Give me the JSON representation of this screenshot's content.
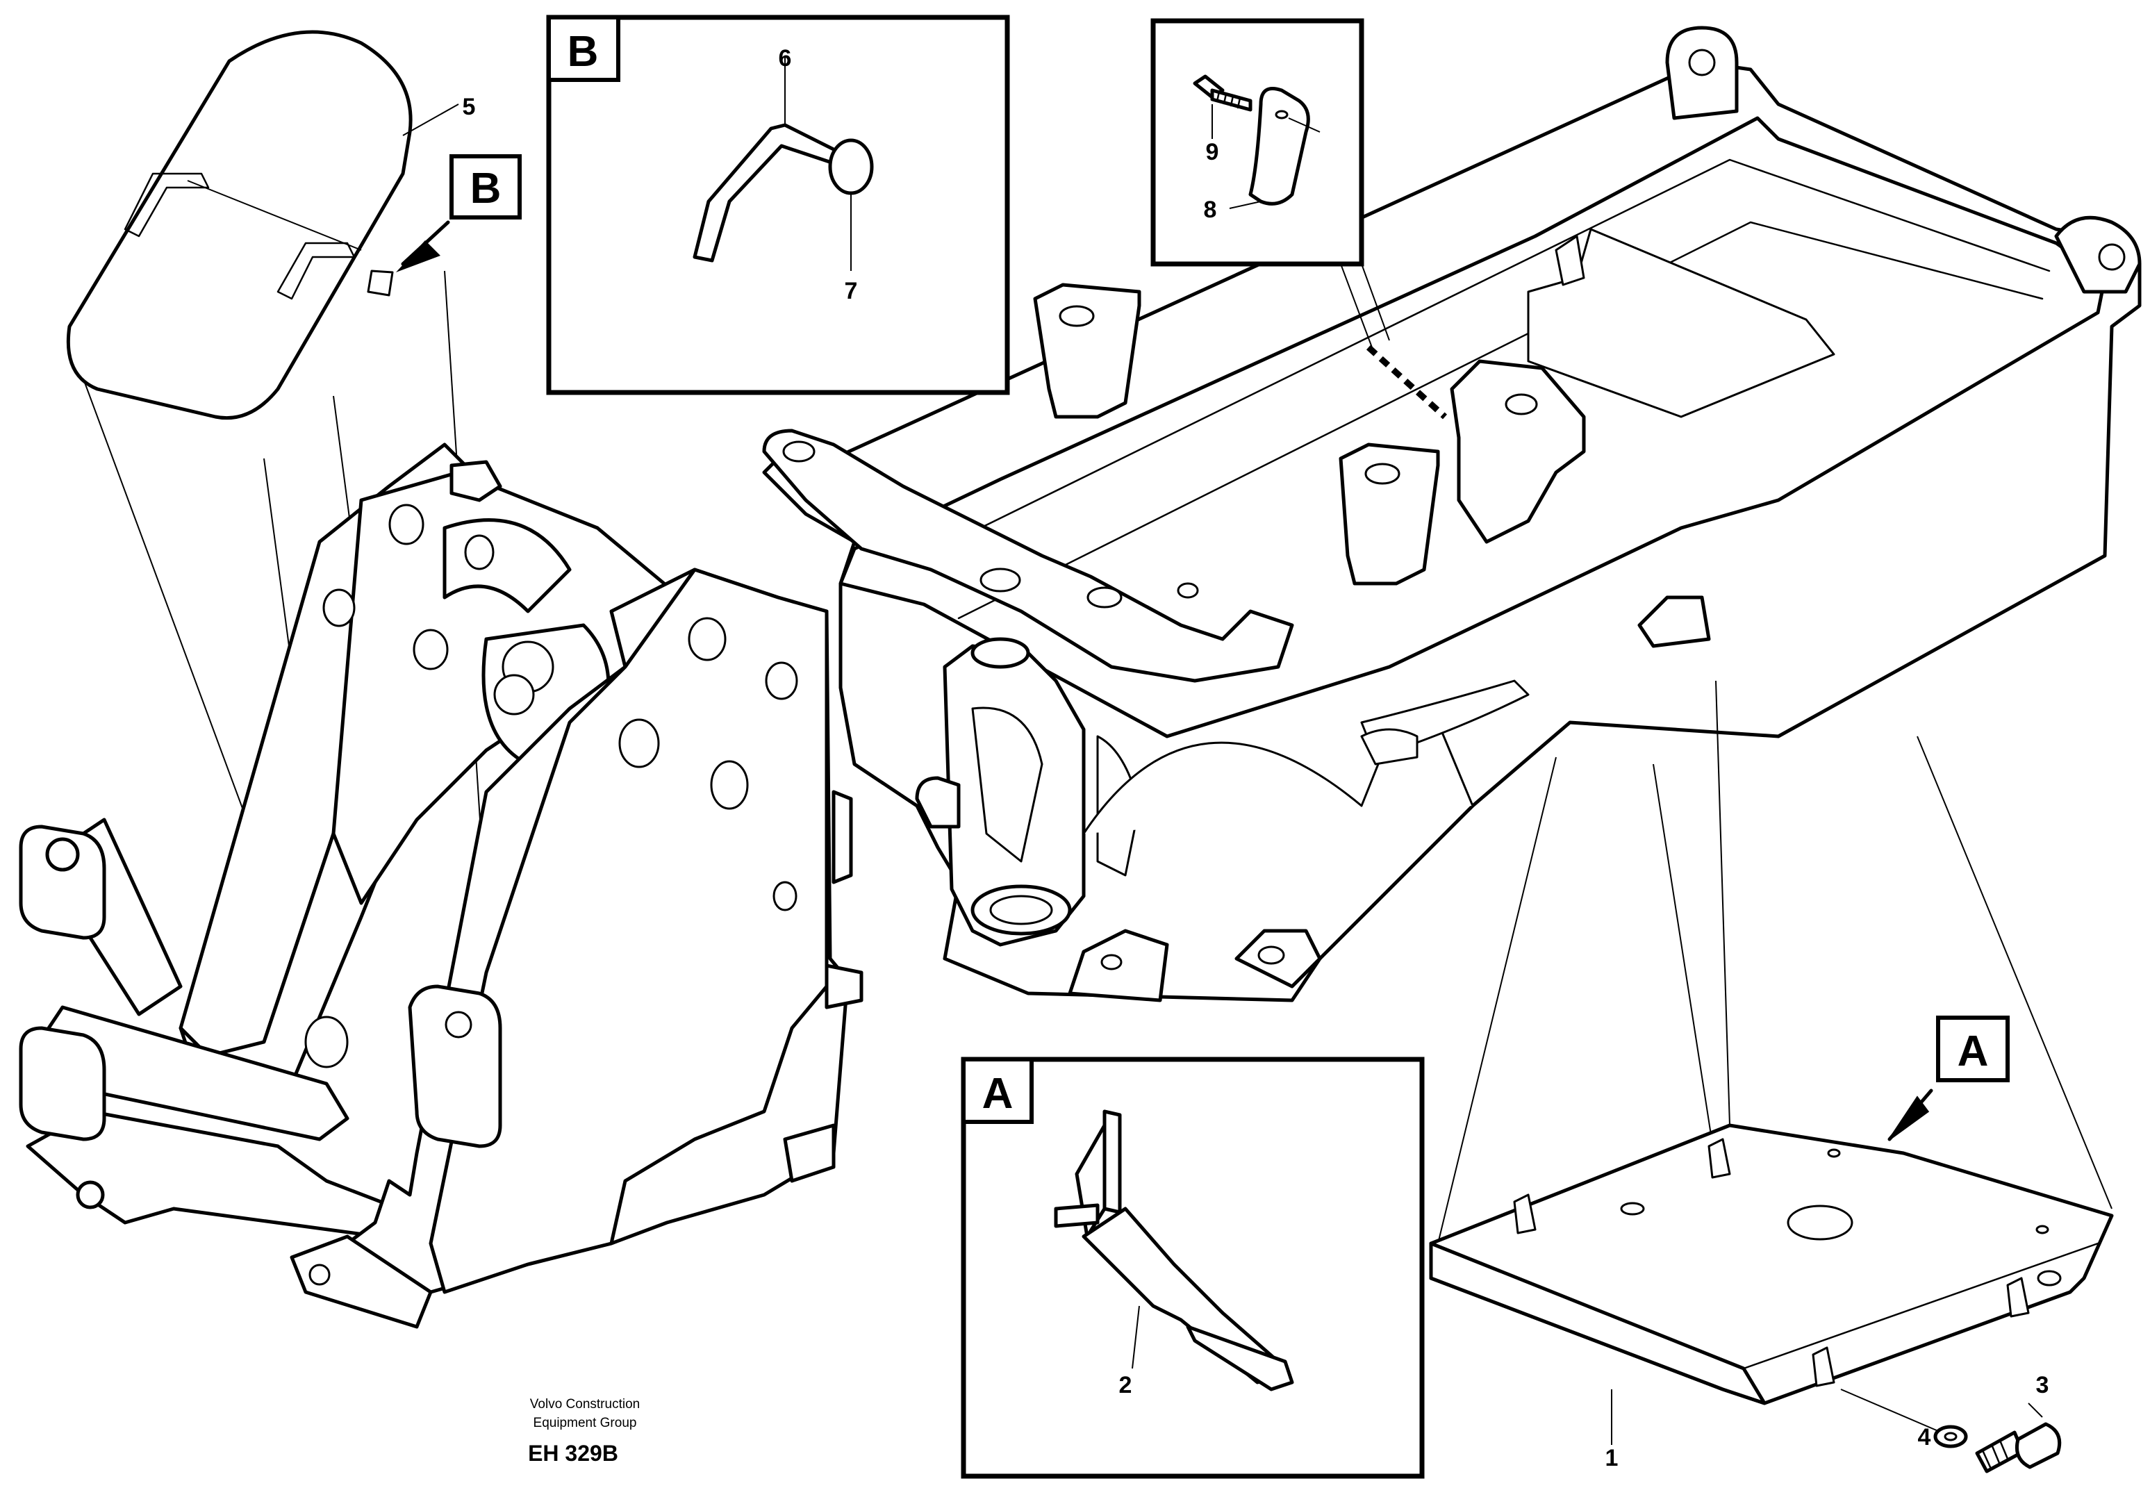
{
  "callouts": {
    "p1": "1",
    "p2": "2",
    "p3": "3",
    "p4": "4",
    "p5": "5",
    "p6": "6",
    "p7": "7",
    "p8": "8",
    "p9": "9"
  },
  "detail_labels": {
    "a_main": "A",
    "a_box": "A",
    "b_main": "B",
    "b_box": "B"
  },
  "footer": {
    "line1": "Volvo Construction",
    "line2": "Equipment Group",
    "code": "EH 329B"
  }
}
